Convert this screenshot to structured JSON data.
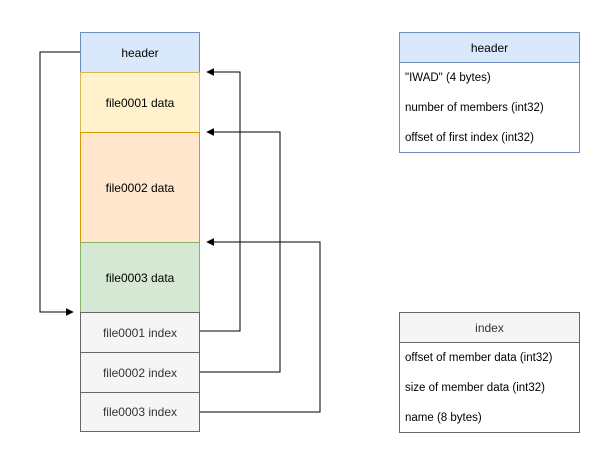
{
  "layout_blocks": [
    {
      "label": "header",
      "fill": "#dae8fc",
      "stroke": "#6c8ebf"
    },
    {
      "label": "file0001 data",
      "fill": "#fff2cc",
      "stroke": "#d6b656"
    },
    {
      "label": "file0002 data",
      "fill": "#ffe6cc",
      "stroke": "#d79b00"
    },
    {
      "label": "file0003 data",
      "fill": "#d5e8d4",
      "stroke": "#82b366"
    },
    {
      "label": "file0001 index",
      "fill": "#f5f5f5",
      "stroke": "#666666"
    },
    {
      "label": "file0002 index",
      "fill": "#f5f5f5",
      "stroke": "#666666"
    },
    {
      "label": "file0003 index",
      "fill": "#f5f5f5",
      "stroke": "#666666"
    }
  ],
  "header_table": {
    "title": "header",
    "title_fill": "#dae8fc",
    "stroke": "#6c8ebf",
    "rows": [
      "\"IWAD\" (4 bytes)",
      "number of members (int32)",
      "offset of first index (int32)"
    ]
  },
  "index_table": {
    "title": "index",
    "title_fill": "#f5f5f5",
    "stroke": "#666666",
    "rows": [
      "offset of member data (int32)",
      "size of member data (int32)",
      "name (8 bytes)"
    ]
  }
}
